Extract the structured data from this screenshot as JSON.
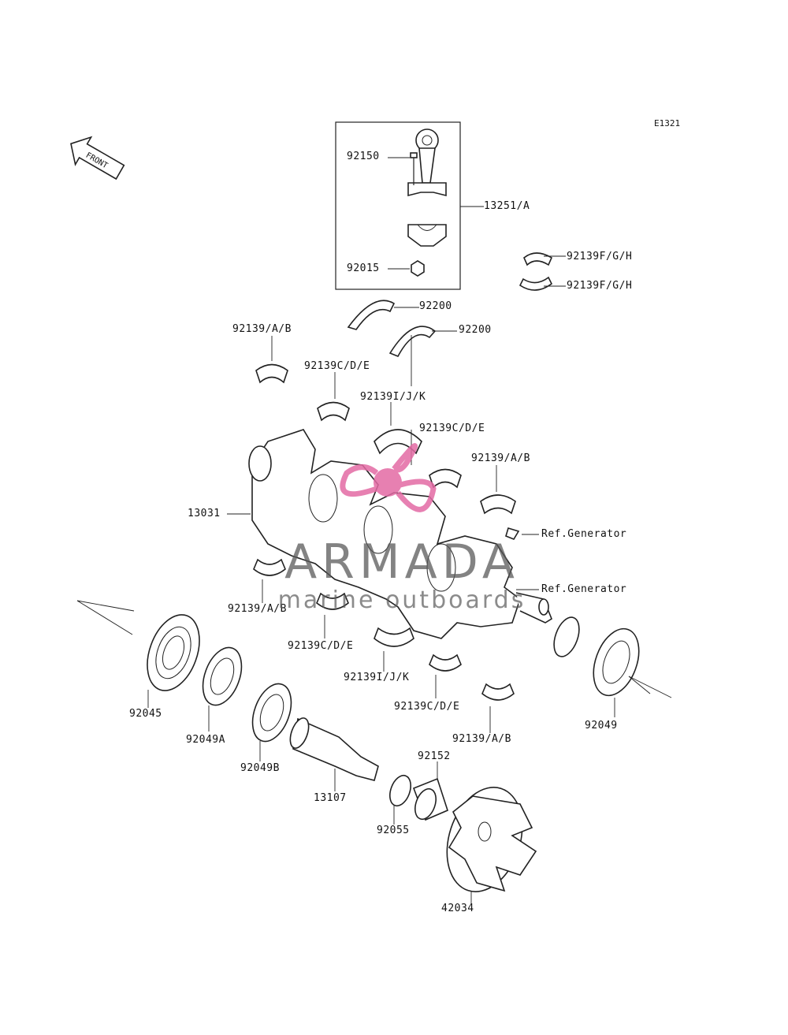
{
  "diagram": {
    "code": "E1321",
    "front_label": "FRONT"
  },
  "watermark": {
    "brand": "ARMADA",
    "tagline": "marine outboards",
    "logo_color": "#e36aa4"
  },
  "labels": [
    {
      "id": "l92150",
      "text": "92150"
    },
    {
      "id": "l13251",
      "text": "13251/A"
    },
    {
      "id": "l92015",
      "text": "92015"
    },
    {
      "id": "l92139fgh1",
      "text": "92139F/G/H"
    },
    {
      "id": "l92139fgh2",
      "text": "92139F/G/H"
    },
    {
      "id": "l92200a",
      "text": "92200"
    },
    {
      "id": "l92200b",
      "text": "92200"
    },
    {
      "id": "l92139ab1",
      "text": "92139/A/B"
    },
    {
      "id": "l92139cde1",
      "text": "92139C/D/E"
    },
    {
      "id": "l92139ijk1",
      "text": "92139I/J/K"
    },
    {
      "id": "l92139cde2",
      "text": "92139C/D/E"
    },
    {
      "id": "l92139ab2",
      "text": "92139/A/B"
    },
    {
      "id": "l13031",
      "text": "13031"
    },
    {
      "id": "lrefgen1",
      "text": "Ref.Generator"
    },
    {
      "id": "lrefgen2",
      "text": "Ref.Generator"
    },
    {
      "id": "l92139ab3",
      "text": "92139/A/B"
    },
    {
      "id": "l92139cde3",
      "text": "92139C/D/E"
    },
    {
      "id": "l92139ijk2",
      "text": "92139I/J/K"
    },
    {
      "id": "l92139cde4",
      "text": "92139C/D/E"
    },
    {
      "id": "l92139ab4",
      "text": "92139/A/B"
    },
    {
      "id": "l92045",
      "text": "92045"
    },
    {
      "id": "l92049a",
      "text": "92049A"
    },
    {
      "id": "l92049b",
      "text": "92049B"
    },
    {
      "id": "l13107",
      "text": "13107"
    },
    {
      "id": "l92152",
      "text": "92152"
    },
    {
      "id": "l92055",
      "text": "92055"
    },
    {
      "id": "l42034",
      "text": "42034"
    },
    {
      "id": "l92049",
      "text": "92049"
    }
  ]
}
